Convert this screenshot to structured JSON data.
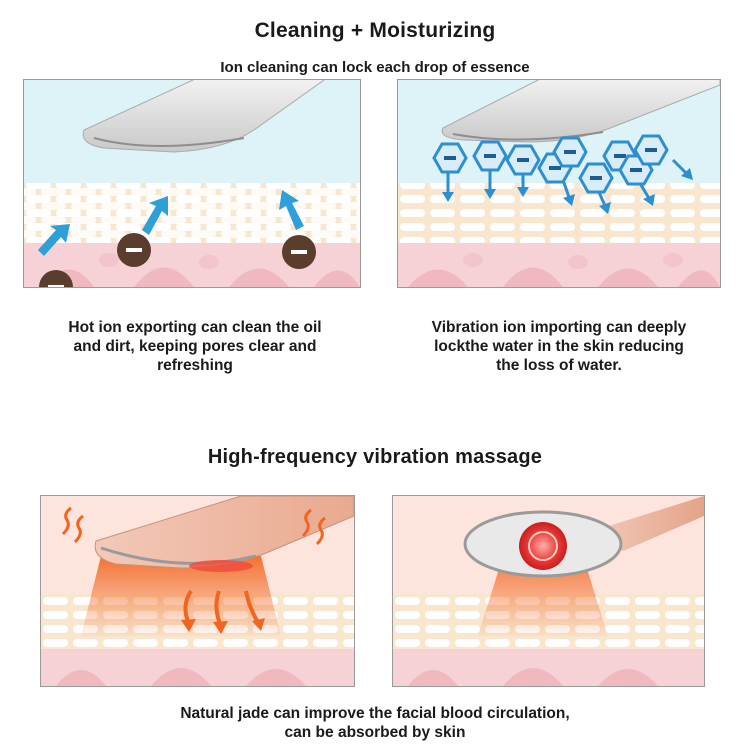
{
  "section1": {
    "title": "Cleaning + Moisturizing",
    "subtitle": "Ion cleaning can lock each drop of essence",
    "left_caption": [
      "Hot ion exporting can clean the oil",
      "and dirt, keeping pores clear and",
      "refreshing"
    ],
    "right_caption": [
      "Vibration ion importing can deeply",
      "lockthe water in the skin  reducing",
      "the loss of water."
    ]
  },
  "section2": {
    "title": "High-frequency vibration massage",
    "caption": [
      "Natural jade can improve the facial blood circulation,",
      "can be absorbed by skin"
    ]
  },
  "colors": {
    "sky": "#ddf3f7",
    "sky_warm": "#fde4dc",
    "skin_cream": "#f8e6cf",
    "skin_pink": "#f6d2d6",
    "arrow_blue": "#2f9fd8",
    "ion_blue": "#2d8fd1",
    "dirt_brown": "#5a3d2c",
    "heat_orange": "#f2651f",
    "red_light": "#ee3a3a"
  },
  "icons": [
    "up-arrow-icon",
    "dirt-particle-icon",
    "ion-hexagon-icon",
    "heat-wave-icon",
    "massage-head-icon"
  ]
}
